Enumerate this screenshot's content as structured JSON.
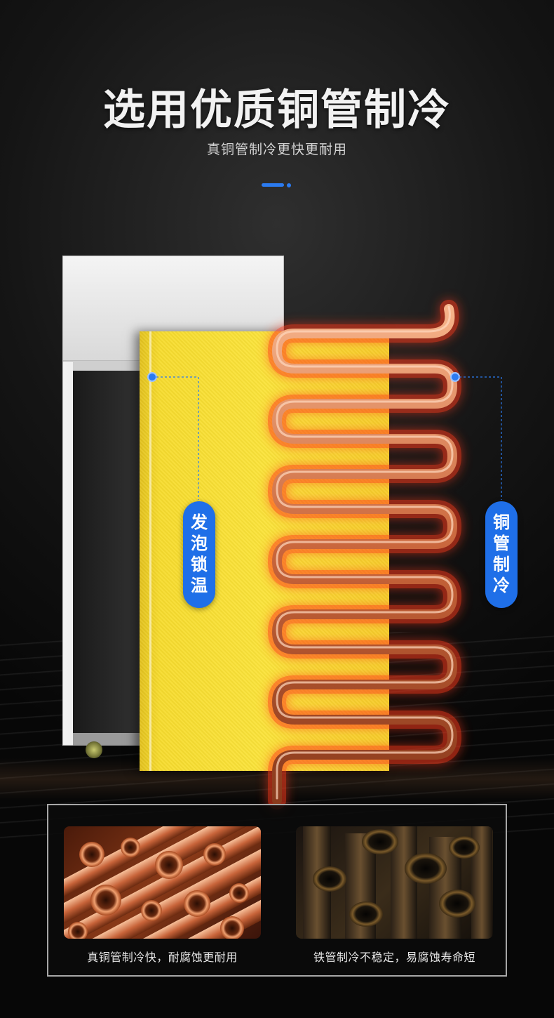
{
  "header": {
    "title": "选用优质铜管制冷",
    "subtitle": "真铜管制冷更快更耐用"
  },
  "labels": {
    "foam_label": "发泡锁温",
    "copper_label": "铜管制冷"
  },
  "comparison": {
    "left_caption": "真铜管制冷快，耐腐蚀更耐用",
    "right_caption": "铁管制冷不稳定，易腐蚀寿命短"
  },
  "colors": {
    "accent": "#1f6fe8",
    "foam": "#f7dc2e",
    "copper": "#e07a4a"
  }
}
